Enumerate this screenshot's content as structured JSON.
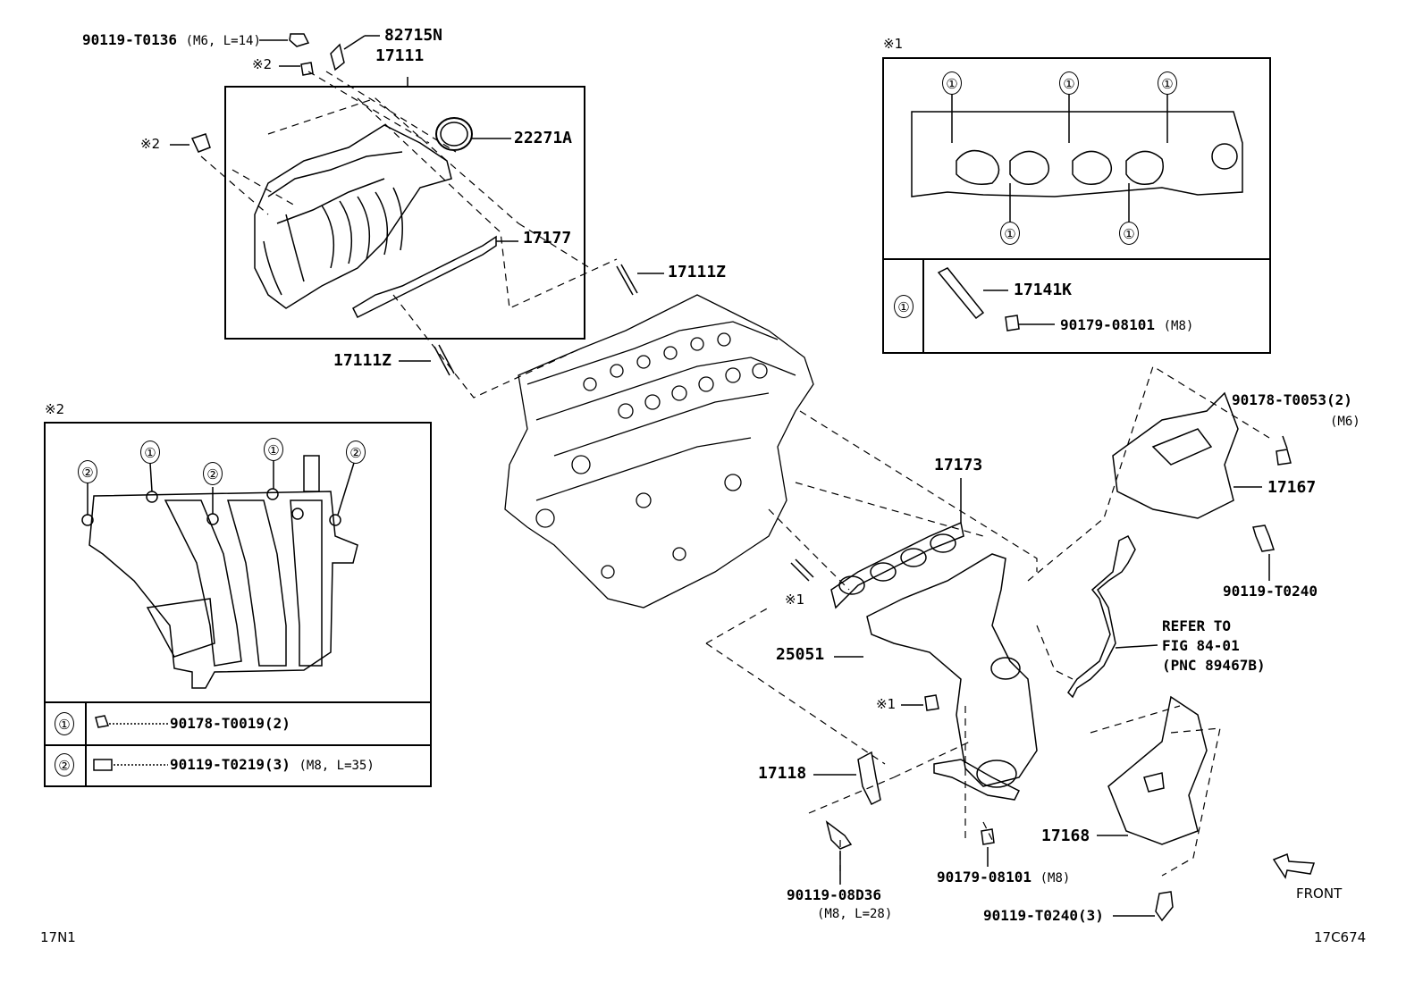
{
  "labels": {
    "p90119_T0136": "90119-T0136",
    "p90119_T0136_spec": "(M6, L=14)",
    "p82715N": "82715N",
    "p17111": "17111",
    "note2_a": "※2",
    "note2_b": "※2",
    "p22271A": "22271A",
    "p17177": "17177",
    "p17111Z_a": "17111Z",
    "p17111Z_b": "17111Z",
    "note1_box": "※1",
    "p17141K": "17141K",
    "p90179_08101_box": "90179-08101",
    "p90179_08101_box_spec": "(M8)",
    "p90178_T0053": "90178-T0053(2)",
    "p90178_T0053_spec": "(M6)",
    "p17167": "17167",
    "p90119_T0240": "90119-T0240",
    "note2_box": "※2",
    "p17173": "17173",
    "note1_a": "※1",
    "p25051": "25051",
    "refer1": "REFER TO",
    "refer2": "FIG 84-01",
    "refer3": "(PNC 89467B)",
    "note1_b": "※1",
    "p17118": "17118",
    "p17168": "17168",
    "p90119_08D36": "90119-08D36",
    "p90119_08D36_spec": "(M8, L=28)",
    "p90179_08101": "90179-08101",
    "p90179_08101_spec": "(M8)",
    "p90119_T0240_3": "90119-T0240(3)",
    "front": "FRONT",
    "fig_left": "17N1",
    "fig_right": "17C674"
  },
  "legend_box1": {
    "row1_marker": "①",
    "callout": "①"
  },
  "legend_box2": {
    "row1_marker": "①",
    "row1_part": "90178-T0019(2)",
    "row2_marker": "②",
    "row2_part": "90119-T0219(3)",
    "row2_spec": "(M8, L=35)",
    "callout1": "①",
    "callout2": "②"
  }
}
